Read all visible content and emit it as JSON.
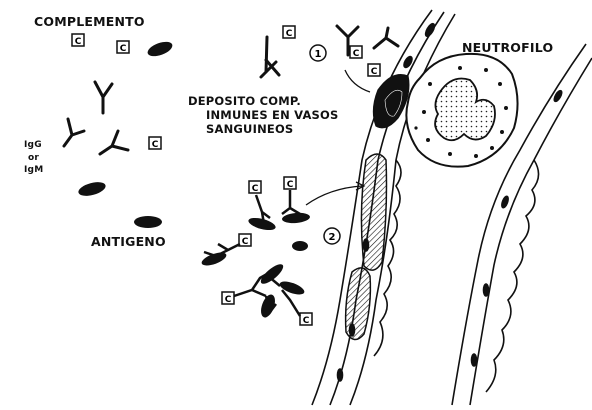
{
  "labels": {
    "complemento": "COMPLEMENTO",
    "neutrofilo": "NEUTROFILO",
    "deposito_line1": "DEPOSITO COMP.",
    "deposito_line2": "INMUNES EN VASOS",
    "deposito_line3": "SANGUINEOS",
    "igg": "IgG",
    "or": "or",
    "igm": "IgM",
    "antigeno": "ANTIGENO",
    "step1": "1",
    "step2": "2",
    "complement_symbol": "C"
  },
  "colors": {
    "ink": "#111111",
    "background": "#ffffff"
  }
}
